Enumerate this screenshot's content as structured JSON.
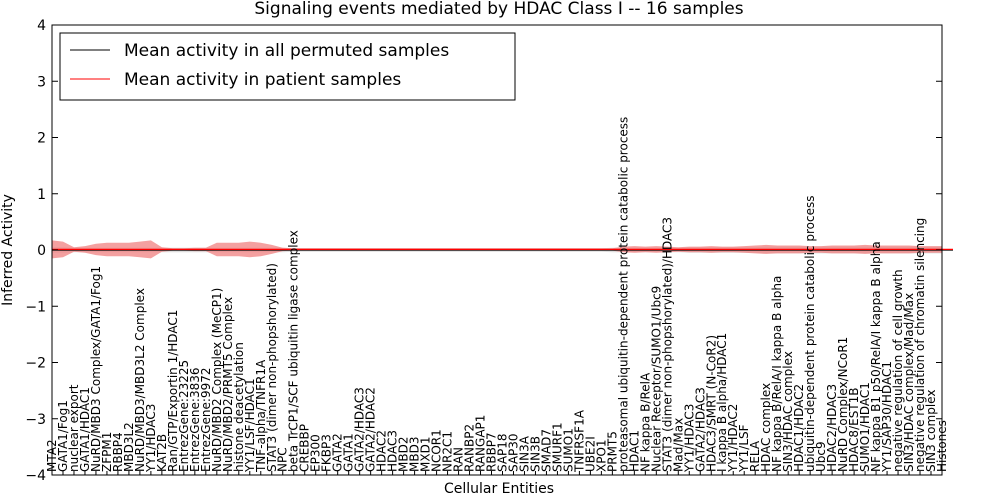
{
  "chart_data": {
    "type": "line",
    "title": "Signaling events mediated by HDAC Class I -- 16 samples",
    "xlabel": "Cellular Entities",
    "ylabel": "Inferred Activity",
    "ylim": [
      -4,
      4
    ],
    "yticks": [
      -4,
      -3,
      -2,
      -1,
      0,
      1,
      2,
      3,
      4
    ],
    "legend": {
      "placement": "top-left",
      "entries": [
        "Mean activity in all permuted samples",
        "Mean activity in patient samples"
      ]
    },
    "colors": {
      "permuted": "#000000",
      "patient": "#ff0000",
      "patient_band": "#f08080",
      "permuted_band": "#c8c8c8"
    },
    "categories": [
      "MTA2",
      "GATA1/Fog1",
      "nuclear export",
      "GATA1/HDAC1",
      "NuRD/MBD3 Complex/GATA1/Fog1",
      "ZFPM1",
      "RBBP4",
      "MBD3L2",
      "NuRD/MBD3/MBD3L2 Complex",
      "YY1/HDAC3",
      "KAT2B",
      "Ran/GTP/Exportin 1/HDAC1",
      "EntrezGene:23225",
      "EntrezGene:3836",
      "EntrezGene:9972",
      "NuRD/MBD2 Complex (MeCP1)",
      "NuRD/MBD2/PRMT5 Complex",
      "histone deacetylation",
      "YY1/LSF/HDAC1",
      "TNF-alpha/TNFR1A",
      "STAT3 (dimer non-phopshorylated)",
      "NPC",
      "beta TrCP1/SCF ubiquitin ligase complex",
      "CREBBP",
      "EP300",
      "FKBP3",
      "GATA2",
      "GATA1",
      "GATA2/HDAC3",
      "GATA2/HDAC2",
      "HDAC2",
      "HDAC3",
      "MBD2",
      "MBD3",
      "MXD1",
      "NCOR1",
      "NR2C1",
      "RAN",
      "RANBP2",
      "RANGAP1",
      "RBBP7",
      "SAP18",
      "SAP30",
      "SIN3A",
      "SIN3B",
      "SMAD7",
      "SMURF1",
      "SUMO1",
      "TNFRSF1A",
      "UBE2I",
      "XPO1",
      "PRMT5",
      "proteasomal ubiquitin-dependent protein catabolic process",
      "HDAC1",
      "NF kappa B/RelA",
      "Nuclear Receptor/SUMO1/Ubc9",
      "STAT3 (dimer non-phopshorylated)/HDAC3",
      "Mad/Max",
      "YY1/HDAC3",
      "GATA2/HDAC3",
      "HDAC3/SMRT (N-CoR2)",
      "I kappa B alpha/HDAC1",
      "YY1/HDAC2",
      "YY1/LSF",
      "RELA",
      "HDAC complex",
      "NF kappa B/RelA/I kappa B alpha",
      "SIN3/HDAC complex",
      "HDAC1/HDAC2",
      "ubiquitin-dependent protein catabolic process",
      "Ubc9",
      "HDAC2/HDAC3",
      "NuRD Complex/NCoR1",
      "HDAC8/EST1B",
      "SUMO1/HDAC1",
      "NF kappa B1 p50/RelA/I kappa B alpha",
      "YY1/SAP30/HDAC1",
      "negative regulation of cell growth",
      "SIN3/HDAC complex/Mad/Max",
      "negative regulation of chromatin silencing",
      "SIN3 complex",
      "Histones"
    ],
    "series": [
      {
        "name": "Mean activity in all permuted samples",
        "values": [
          0,
          0,
          0,
          0,
          0,
          0,
          0,
          0,
          0,
          0,
          0,
          0,
          0,
          0,
          0,
          0,
          0,
          0,
          0,
          0,
          0,
          0,
          0,
          0,
          0,
          0,
          0,
          0,
          0,
          0,
          0,
          0,
          0,
          0,
          0,
          0,
          0,
          0,
          0,
          0,
          0,
          0,
          0,
          0,
          0,
          0,
          0,
          0,
          0,
          0,
          0,
          0,
          0,
          0,
          0,
          0,
          0,
          0,
          0,
          0,
          0,
          0,
          0,
          0,
          0,
          0,
          0,
          0,
          0,
          0,
          0,
          0,
          0,
          0,
          0,
          0,
          0,
          0,
          0,
          0,
          0,
          0,
          0
        ],
        "band": [
          0.05,
          0.05,
          0.04,
          0.04,
          0.04,
          0.04,
          0.04,
          0.04,
          0.04,
          0.04,
          0.04,
          0.04,
          0.04,
          0.04,
          0.04,
          0.04,
          0.04,
          0.04,
          0.04,
          0.04,
          0.04,
          0.04,
          0.03,
          0.03,
          0.03,
          0.03,
          0.03,
          0.03,
          0.03,
          0.03,
          0.03,
          0.03,
          0.03,
          0.03,
          0.03,
          0.03,
          0.03,
          0.03,
          0.03,
          0.03,
          0.03,
          0.03,
          0.03,
          0.03,
          0.03,
          0.03,
          0.03,
          0.03,
          0.03,
          0.03,
          0.03,
          0.04,
          0.04,
          0.04,
          0.04,
          0.04,
          0.04,
          0.04,
          0.05,
          0.05,
          0.05,
          0.05,
          0.05,
          0.05,
          0.05,
          0.06,
          0.06,
          0.06,
          0.06,
          0.06,
          0.06,
          0.06,
          0.06,
          0.06,
          0.06,
          0.06,
          0.06,
          0.06,
          0.06,
          0.06,
          0.06,
          0.06,
          0.06
        ]
      },
      {
        "name": "Mean activity in patient samples",
        "values": [
          0.01,
          0.01,
          0.01,
          0.01,
          0.01,
          0.01,
          0.01,
          0.01,
          0.01,
          0.01,
          0.01,
          0.01,
          0.01,
          0.01,
          0.01,
          0.01,
          0.01,
          0.01,
          0.01,
          0.01,
          0.01,
          0.01,
          0.01,
          0.01,
          0.01,
          0.01,
          0.01,
          0.01,
          0.01,
          0.01,
          0.01,
          0.01,
          0.01,
          0.01,
          0.01,
          0.01,
          0.01,
          0.01,
          0.01,
          0.01,
          0.01,
          0.01,
          0.01,
          0.01,
          0.01,
          0.01,
          0.01,
          0.01,
          0.01,
          0.01,
          0.01,
          0.01,
          0.01,
          0.01,
          0.01,
          0.01,
          0.01,
          0.01,
          0.01,
          0.01,
          0.01,
          0.01,
          0.01,
          0.01,
          0.01,
          0.01,
          0.01,
          0.01,
          0.01,
          0.01,
          0.01,
          0.01,
          0.01,
          0.01,
          0.01,
          0.01,
          0.01,
          0.01,
          0.01,
          0.01,
          0.01,
          0.01,
          0.01
        ],
        "band": [
          0.16,
          0.14,
          0.04,
          0.06,
          0.1,
          0.12,
          0.12,
          0.12,
          0.14,
          0.16,
          0.04,
          0.02,
          0.02,
          0.03,
          0.03,
          0.12,
          0.12,
          0.12,
          0.14,
          0.12,
          0.08,
          0.03,
          0.02,
          0.02,
          0.02,
          0.02,
          0.02,
          0.02,
          0.02,
          0.02,
          0.02,
          0.02,
          0.02,
          0.02,
          0.02,
          0.02,
          0.02,
          0.02,
          0.02,
          0.02,
          0.02,
          0.02,
          0.02,
          0.02,
          0.02,
          0.02,
          0.02,
          0.02,
          0.02,
          0.02,
          0.02,
          0.02,
          0.05,
          0.06,
          0.05,
          0.06,
          0.05,
          0.04,
          0.05,
          0.05,
          0.06,
          0.05,
          0.05,
          0.06,
          0.07,
          0.08,
          0.07,
          0.07,
          0.07,
          0.06,
          0.06,
          0.07,
          0.07,
          0.07,
          0.08,
          0.07,
          0.07,
          0.07,
          0.07,
          0.06,
          0.06,
          0.06,
          0.06
        ]
      }
    ]
  }
}
